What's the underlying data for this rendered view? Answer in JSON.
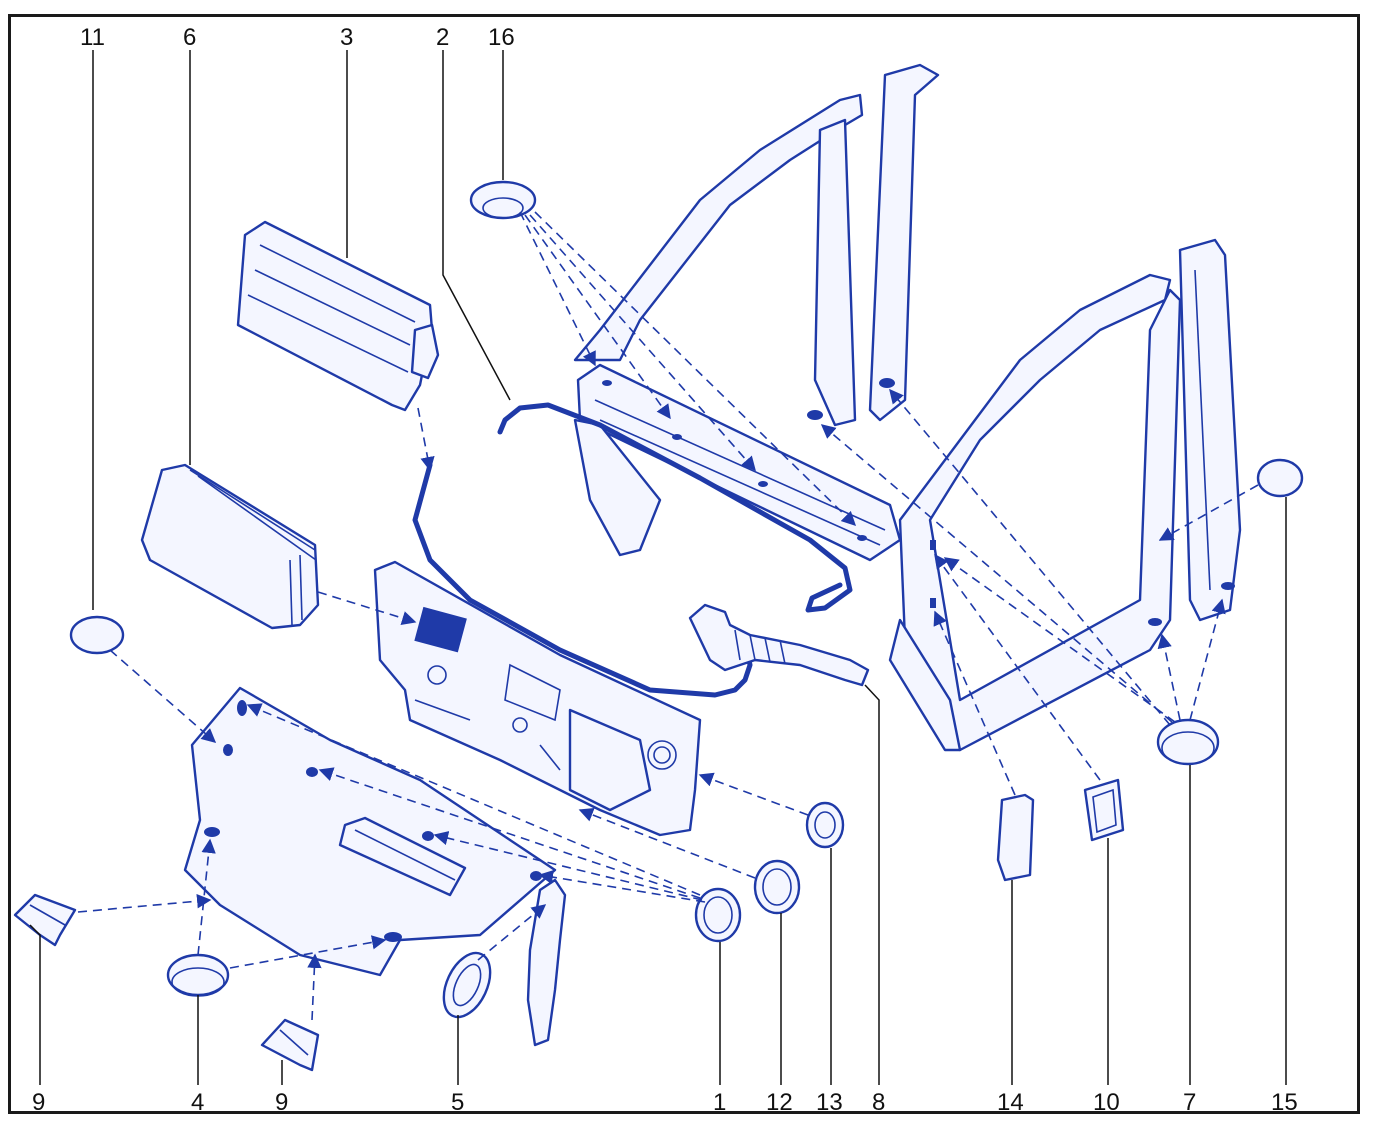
{
  "diagram": {
    "labels": [
      "11",
      "6",
      "3",
      "2",
      "16",
      "9",
      "4",
      "9",
      "5",
      "1",
      "12",
      "13",
      "8",
      "14",
      "10",
      "7",
      "15"
    ],
    "colors": {
      "line": "#1f3aa8",
      "fill": "#f4f6ff",
      "frame": "#1a1a1a",
      "text": "#111111"
    }
  }
}
